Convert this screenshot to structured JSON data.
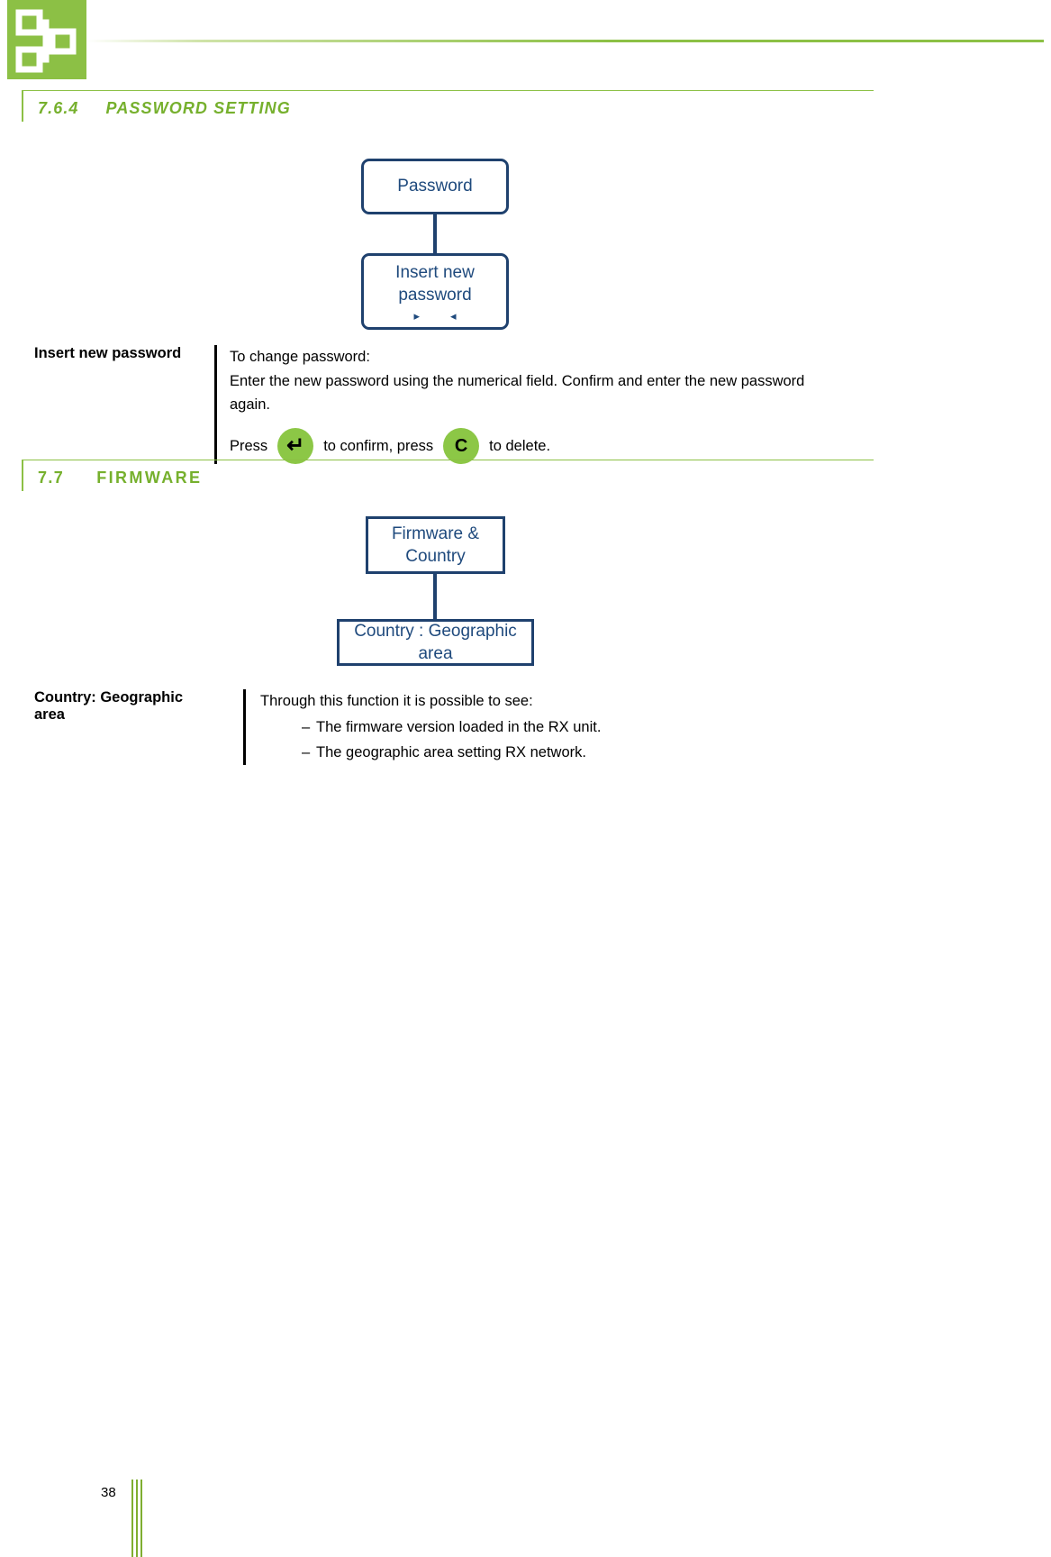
{
  "header": {
    "logo_icon": "network-hierarchy-icon",
    "rule_color": "#8cc045"
  },
  "sections": [
    {
      "number": "7.6.4",
      "title": "PASSWORD SETTING",
      "color": "#76b02d"
    },
    {
      "number": "7.7",
      "title": "FIRMWARE",
      "color": "#76b02d"
    }
  ],
  "flowcharts": [
    {
      "name": "password-flow",
      "nodes": [
        {
          "id": "password",
          "label": "Password"
        },
        {
          "id": "insert-new-password",
          "label_line1": "Insert new",
          "label_line2": "password",
          "arrow_right": "▸",
          "arrow_left": "◂"
        }
      ]
    },
    {
      "name": "firmware-flow",
      "nodes": [
        {
          "id": "firmware-country",
          "label_line1": "Firmware &",
          "label_line2": "Country"
        },
        {
          "id": "country-geographic-area",
          "label": "Country : Geographic area"
        }
      ]
    }
  ],
  "definitions": [
    {
      "id": "insert-new-password",
      "term": "Insert new password",
      "line1": "To change password:",
      "line2": "Enter the new password using the numerical field. Confirm and enter the new password",
      "line3": "again.",
      "press_prefix": "Press",
      "confirm_key": "↵",
      "press_middle": "to confirm, press",
      "delete_key": "C",
      "press_suffix": "to delete.",
      "key_color": "#8cc746"
    },
    {
      "id": "country-geographic-area",
      "term": "Country: Geographic area",
      "intro": "Through this function it is possible to see:",
      "bullets": [
        {
          "dash": "–",
          "text": "The firmware version loaded in the RX unit."
        },
        {
          "dash": "–",
          "text": "The geographic area setting RX network."
        }
      ]
    }
  ],
  "footer": {
    "page_number": "38",
    "bar_color": "#7fae31"
  }
}
